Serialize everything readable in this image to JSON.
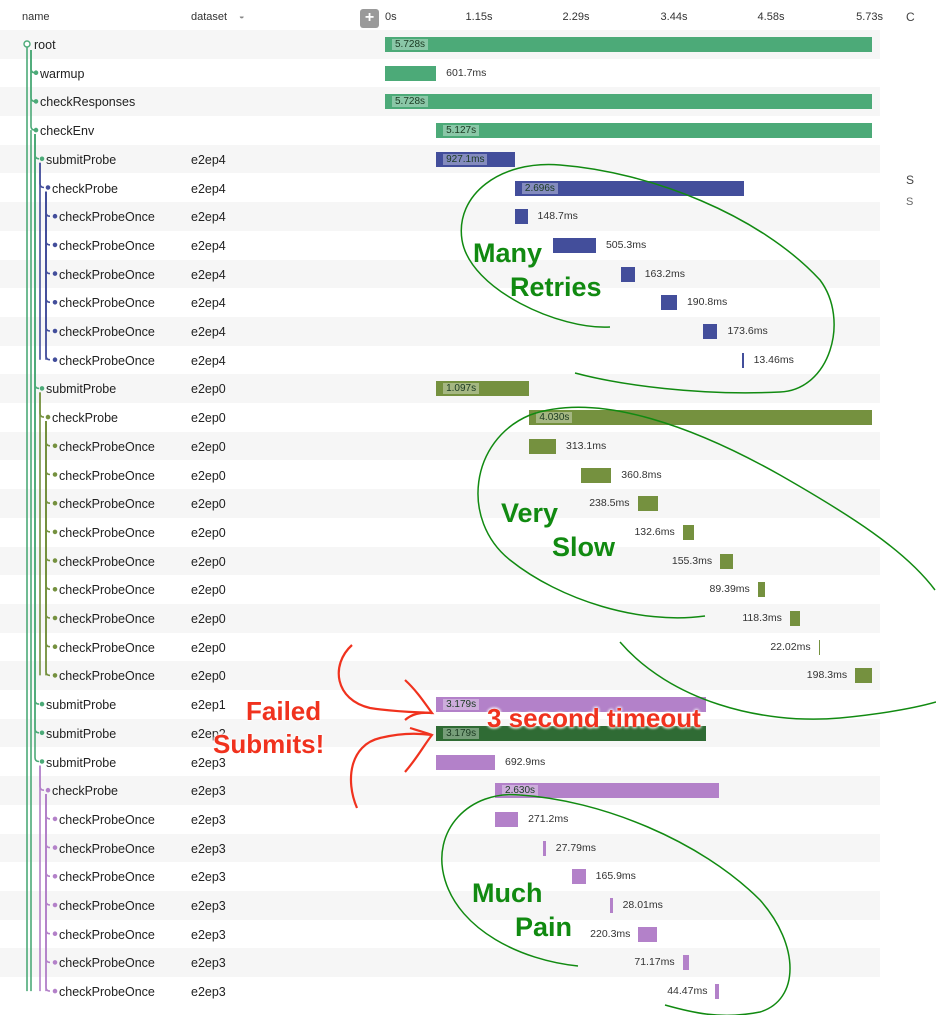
{
  "header": {
    "name_col": "name",
    "dataset_col": "dataset",
    "add_icon": "plus-icon",
    "sort_icon": "sort-icon",
    "ticks": [
      "0s",
      "1.15s",
      "2.29s",
      "3.44s",
      "4.58s",
      "5.73s"
    ]
  },
  "side_glyphs": [
    "C",
    "S",
    "S"
  ],
  "colors": {
    "root": "#4caa78",
    "ep4": "#434e9b",
    "ep0": "#75913f",
    "ep1": "#b381c9",
    "ep2": "#2f6b34",
    "ep3": "#b381c9",
    "annotation_green": "#118a11",
    "annotation_red": "#f0321e"
  },
  "spans": [
    {
      "name": "root",
      "dataset": "",
      "start_s": 0,
      "duration_s": 5.728,
      "label": "5.728s",
      "color": "root"
    },
    {
      "name": "warmup",
      "dataset": "",
      "start_s": 0,
      "duration_s": 0.6017,
      "label": "601.7ms",
      "color": "root"
    },
    {
      "name": "checkResponses",
      "dataset": "",
      "start_s": 0,
      "duration_s": 5.728,
      "label": "5.728s",
      "color": "root"
    },
    {
      "name": "checkEnv",
      "dataset": "",
      "start_s": 0.601,
      "duration_s": 5.127,
      "label": "5.127s",
      "color": "root"
    },
    {
      "name": "submitProbe",
      "dataset": "e2ep4",
      "start_s": 0.601,
      "duration_s": 0.9271,
      "label": "927.1ms",
      "color": "ep4"
    },
    {
      "name": "checkProbe",
      "dataset": "e2ep4",
      "start_s": 1.528,
      "duration_s": 2.696,
      "label": "2.696s",
      "color": "ep4"
    },
    {
      "name": "checkProbeOnce",
      "dataset": "e2ep4",
      "start_s": 1.528,
      "duration_s": 0.1487,
      "label": "148.7ms",
      "color": "ep4"
    },
    {
      "name": "checkProbeOnce",
      "dataset": "e2ep4",
      "start_s": 1.976,
      "duration_s": 0.5053,
      "label": "505.3ms",
      "color": "ep4"
    },
    {
      "name": "checkProbeOnce",
      "dataset": "e2ep4",
      "start_s": 2.774,
      "duration_s": 0.1632,
      "label": "163.2ms",
      "color": "ep4"
    },
    {
      "name": "checkProbeOnce",
      "dataset": "e2ep4",
      "start_s": 3.243,
      "duration_s": 0.1908,
      "label": "190.8ms",
      "color": "ep4"
    },
    {
      "name": "checkProbeOnce",
      "dataset": "e2ep4",
      "start_s": 3.737,
      "duration_s": 0.1736,
      "label": "173.6ms",
      "color": "ep4"
    },
    {
      "name": "checkProbeOnce",
      "dataset": "e2ep4",
      "start_s": 4.2,
      "duration_s": 0.01346,
      "label": "13.46ms",
      "color": "ep4"
    },
    {
      "name": "submitProbe",
      "dataset": "e2ep0",
      "start_s": 0.601,
      "duration_s": 1.097,
      "label": "1.097s",
      "color": "ep0"
    },
    {
      "name": "checkProbe",
      "dataset": "e2ep0",
      "start_s": 1.698,
      "duration_s": 4.03,
      "label": "4.030s",
      "color": "ep0"
    },
    {
      "name": "checkProbeOnce",
      "dataset": "e2ep0",
      "start_s": 1.698,
      "duration_s": 0.3131,
      "label": "313.1ms",
      "color": "ep0"
    },
    {
      "name": "checkProbeOnce",
      "dataset": "e2ep0",
      "start_s": 2.301,
      "duration_s": 0.3608,
      "label": "360.8ms",
      "color": "ep0"
    },
    {
      "name": "checkProbeOnce",
      "dataset": "e2ep0",
      "start_s": 2.97,
      "duration_s": 0.2385,
      "label": "238.5ms",
      "color": "ep0",
      "label_left": true
    },
    {
      "name": "checkProbeOnce",
      "dataset": "e2ep0",
      "start_s": 3.502,
      "duration_s": 0.1326,
      "label": "132.6ms",
      "color": "ep0",
      "label_left": true
    },
    {
      "name": "checkProbeOnce",
      "dataset": "e2ep0",
      "start_s": 3.942,
      "duration_s": 0.1553,
      "label": "155.3ms",
      "color": "ep0",
      "label_left": true
    },
    {
      "name": "checkProbeOnce",
      "dataset": "e2ep0",
      "start_s": 4.385,
      "duration_s": 0.08939,
      "label": "89.39ms",
      "color": "ep0",
      "label_left": true
    },
    {
      "name": "checkProbeOnce",
      "dataset": "e2ep0",
      "start_s": 4.762,
      "duration_s": 0.1183,
      "label": "118.3ms",
      "color": "ep0",
      "label_left": true
    },
    {
      "name": "checkProbeOnce",
      "dataset": "e2ep0",
      "start_s": 5.1,
      "duration_s": 0.02202,
      "label": "22.02ms",
      "color": "ep0",
      "label_left": true
    },
    {
      "name": "checkProbeOnce",
      "dataset": "e2ep0",
      "start_s": 5.529,
      "duration_s": 0.1983,
      "label": "198.3ms",
      "color": "ep0",
      "label_left": true
    },
    {
      "name": "submitProbe",
      "dataset": "e2ep1",
      "start_s": 0.601,
      "duration_s": 3.179,
      "label": "3.179s",
      "color": "ep1"
    },
    {
      "name": "submitProbe",
      "dataset": "e2ep2",
      "start_s": 0.601,
      "duration_s": 3.179,
      "label": "3.179s",
      "color": "ep2"
    },
    {
      "name": "submitProbe",
      "dataset": "e2ep3",
      "start_s": 0.601,
      "duration_s": 0.6929,
      "label": "692.9ms",
      "color": "ep3"
    },
    {
      "name": "checkProbe",
      "dataset": "e2ep3",
      "start_s": 1.294,
      "duration_s": 2.63,
      "label": "2.630s",
      "color": "ep3"
    },
    {
      "name": "checkProbeOnce",
      "dataset": "e2ep3",
      "start_s": 1.294,
      "duration_s": 0.2712,
      "label": "271.2ms",
      "color": "ep3"
    },
    {
      "name": "checkProbeOnce",
      "dataset": "e2ep3",
      "start_s": 1.863,
      "duration_s": 0.02779,
      "label": "27.79ms",
      "color": "ep3"
    },
    {
      "name": "checkProbeOnce",
      "dataset": "e2ep3",
      "start_s": 2.194,
      "duration_s": 0.1659,
      "label": "165.9ms",
      "color": "ep3"
    },
    {
      "name": "checkProbeOnce",
      "dataset": "e2ep3",
      "start_s": 2.649,
      "duration_s": 0.02801,
      "label": "28.01ms",
      "color": "ep3"
    },
    {
      "name": "checkProbeOnce",
      "dataset": "e2ep3",
      "start_s": 2.981,
      "duration_s": 0.2203,
      "label": "220.3ms",
      "color": "ep3",
      "label_left": true
    },
    {
      "name": "checkProbeOnce",
      "dataset": "e2ep3",
      "start_s": 3.501,
      "duration_s": 0.07117,
      "label": "71.17ms",
      "color": "ep3",
      "label_left": true
    },
    {
      "name": "checkProbeOnce",
      "dataset": "e2ep3",
      "start_s": 3.887,
      "duration_s": 0.04447,
      "label": "44.47ms",
      "color": "ep3",
      "label_left": true
    }
  ],
  "annotations": {
    "many": "Many",
    "retries": "Retries",
    "very": "Very",
    "slow": "Slow",
    "failed": "Failed",
    "submits": "Submits!",
    "timeout": "3 second timeout",
    "much": "Much",
    "pain": "Pain"
  }
}
